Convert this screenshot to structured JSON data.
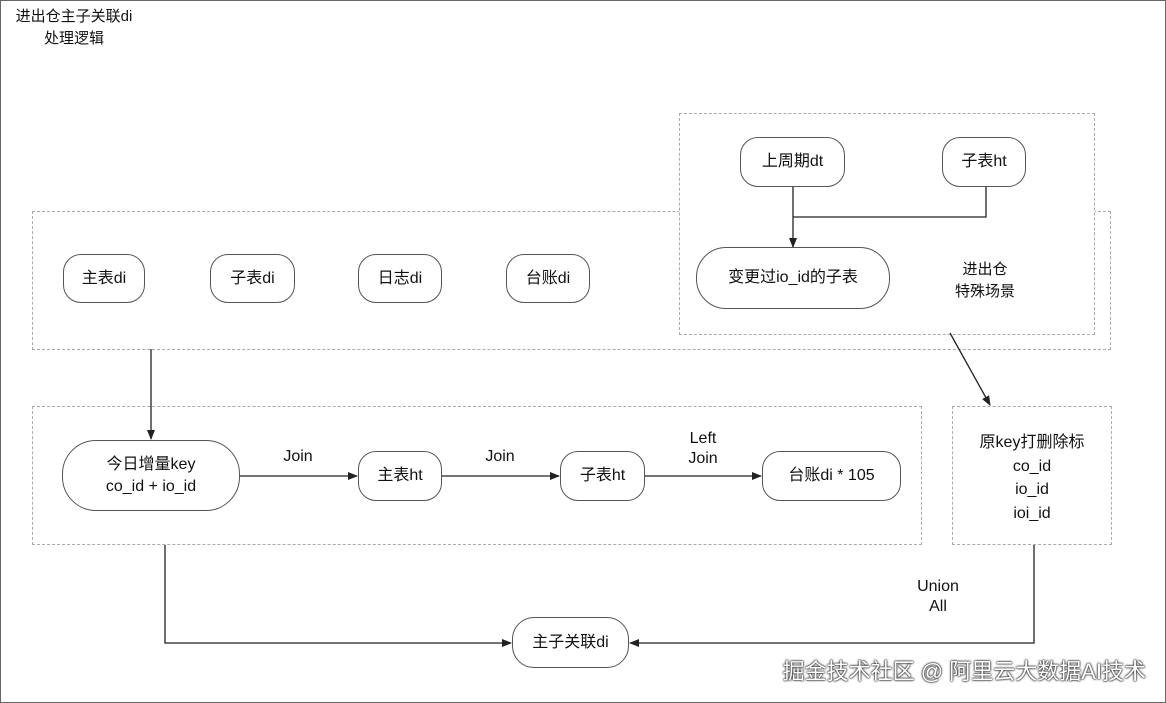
{
  "title": {
    "line1": "进出仓主子关联di",
    "line2": "处理逻辑"
  },
  "sources": [
    "主表di",
    "子表di",
    "日志di",
    "台账di"
  ],
  "special": {
    "nodes": {
      "prev_dt": "上周期dt",
      "child_ht": "子表ht",
      "changed": "变更过io_id的子表"
    },
    "label_line1": "进出仓",
    "label_line2": "特殊场景"
  },
  "pipeline": {
    "key_line1": "今日增量key",
    "key_line2": "co_id + io_id",
    "main_ht": "主表ht",
    "child_ht": "子表ht",
    "ledger": "台账di * 105",
    "edge1": "Join",
    "edge2": "Join",
    "edge3_line1": "Left",
    "edge3_line2": "Join"
  },
  "delete_box": {
    "line1": "原key打删除标",
    "line2": "co_id",
    "line3": "io_id",
    "line4": "ioi_id"
  },
  "union": {
    "line1": "Union",
    "line2": "All"
  },
  "result": "主子关联di",
  "watermark": "掘金技术社区 @ 阿里云大数据AI技术",
  "colors": {
    "border": "#555555",
    "dashed": "#aaaaaa",
    "arrow": "#222222"
  }
}
